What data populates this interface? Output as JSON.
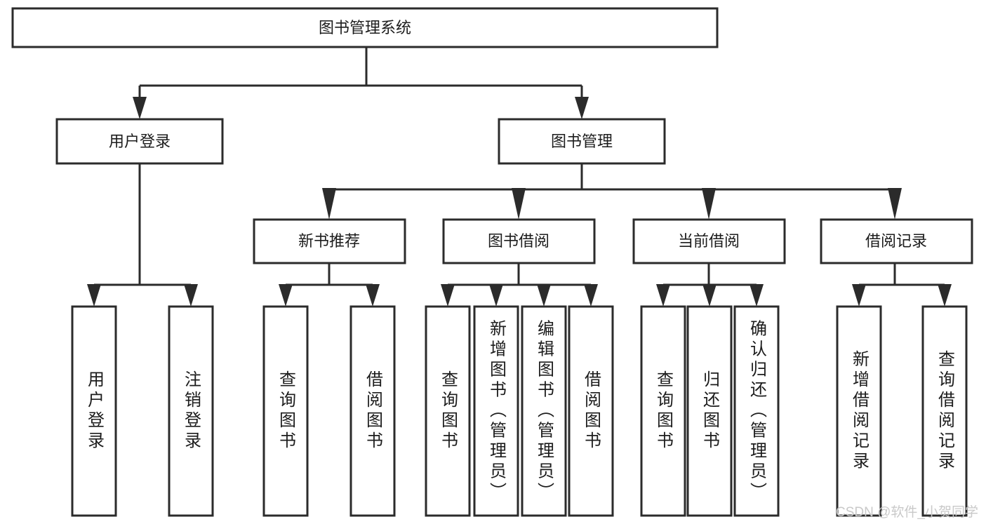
{
  "diagram": {
    "title": "图书管理系统",
    "type": "tree-hierarchy-chart",
    "root": {
      "label": "图书管理系统"
    },
    "level2": [
      {
        "label": "用户登录"
      },
      {
        "label": "图书管理"
      }
    ],
    "level3": [
      {
        "label": "新书推荐"
      },
      {
        "label": "图书借阅"
      },
      {
        "label": "当前借阅"
      },
      {
        "label": "借阅记录"
      }
    ],
    "leaves_user_login": [
      {
        "label": "用户登录"
      },
      {
        "label": "注销登录"
      }
    ],
    "leaves_new_book": [
      {
        "label": "查询图书"
      },
      {
        "label": "借阅图书"
      }
    ],
    "leaves_borrow": [
      {
        "label": "查询图书"
      },
      {
        "label": "新增图书（管理员）"
      },
      {
        "label": "编辑图书（管理员）"
      },
      {
        "label": "借阅图书"
      }
    ],
    "leaves_current": [
      {
        "label": "查询图书"
      },
      {
        "label": "归还图书"
      },
      {
        "label": "确认归还（管理员）"
      }
    ],
    "leaves_records": [
      {
        "label": "新增借阅记录"
      },
      {
        "label": "查询借阅记录"
      }
    ]
  },
  "watermark": {
    "text": "CSDN @软件_小贺同学"
  },
  "colors": {
    "background": "#ffffff",
    "box_fill": "#ffffff",
    "stroke": "#2b2b2b",
    "text": "#1c1c1c",
    "watermark": "#c9c9c9"
  }
}
